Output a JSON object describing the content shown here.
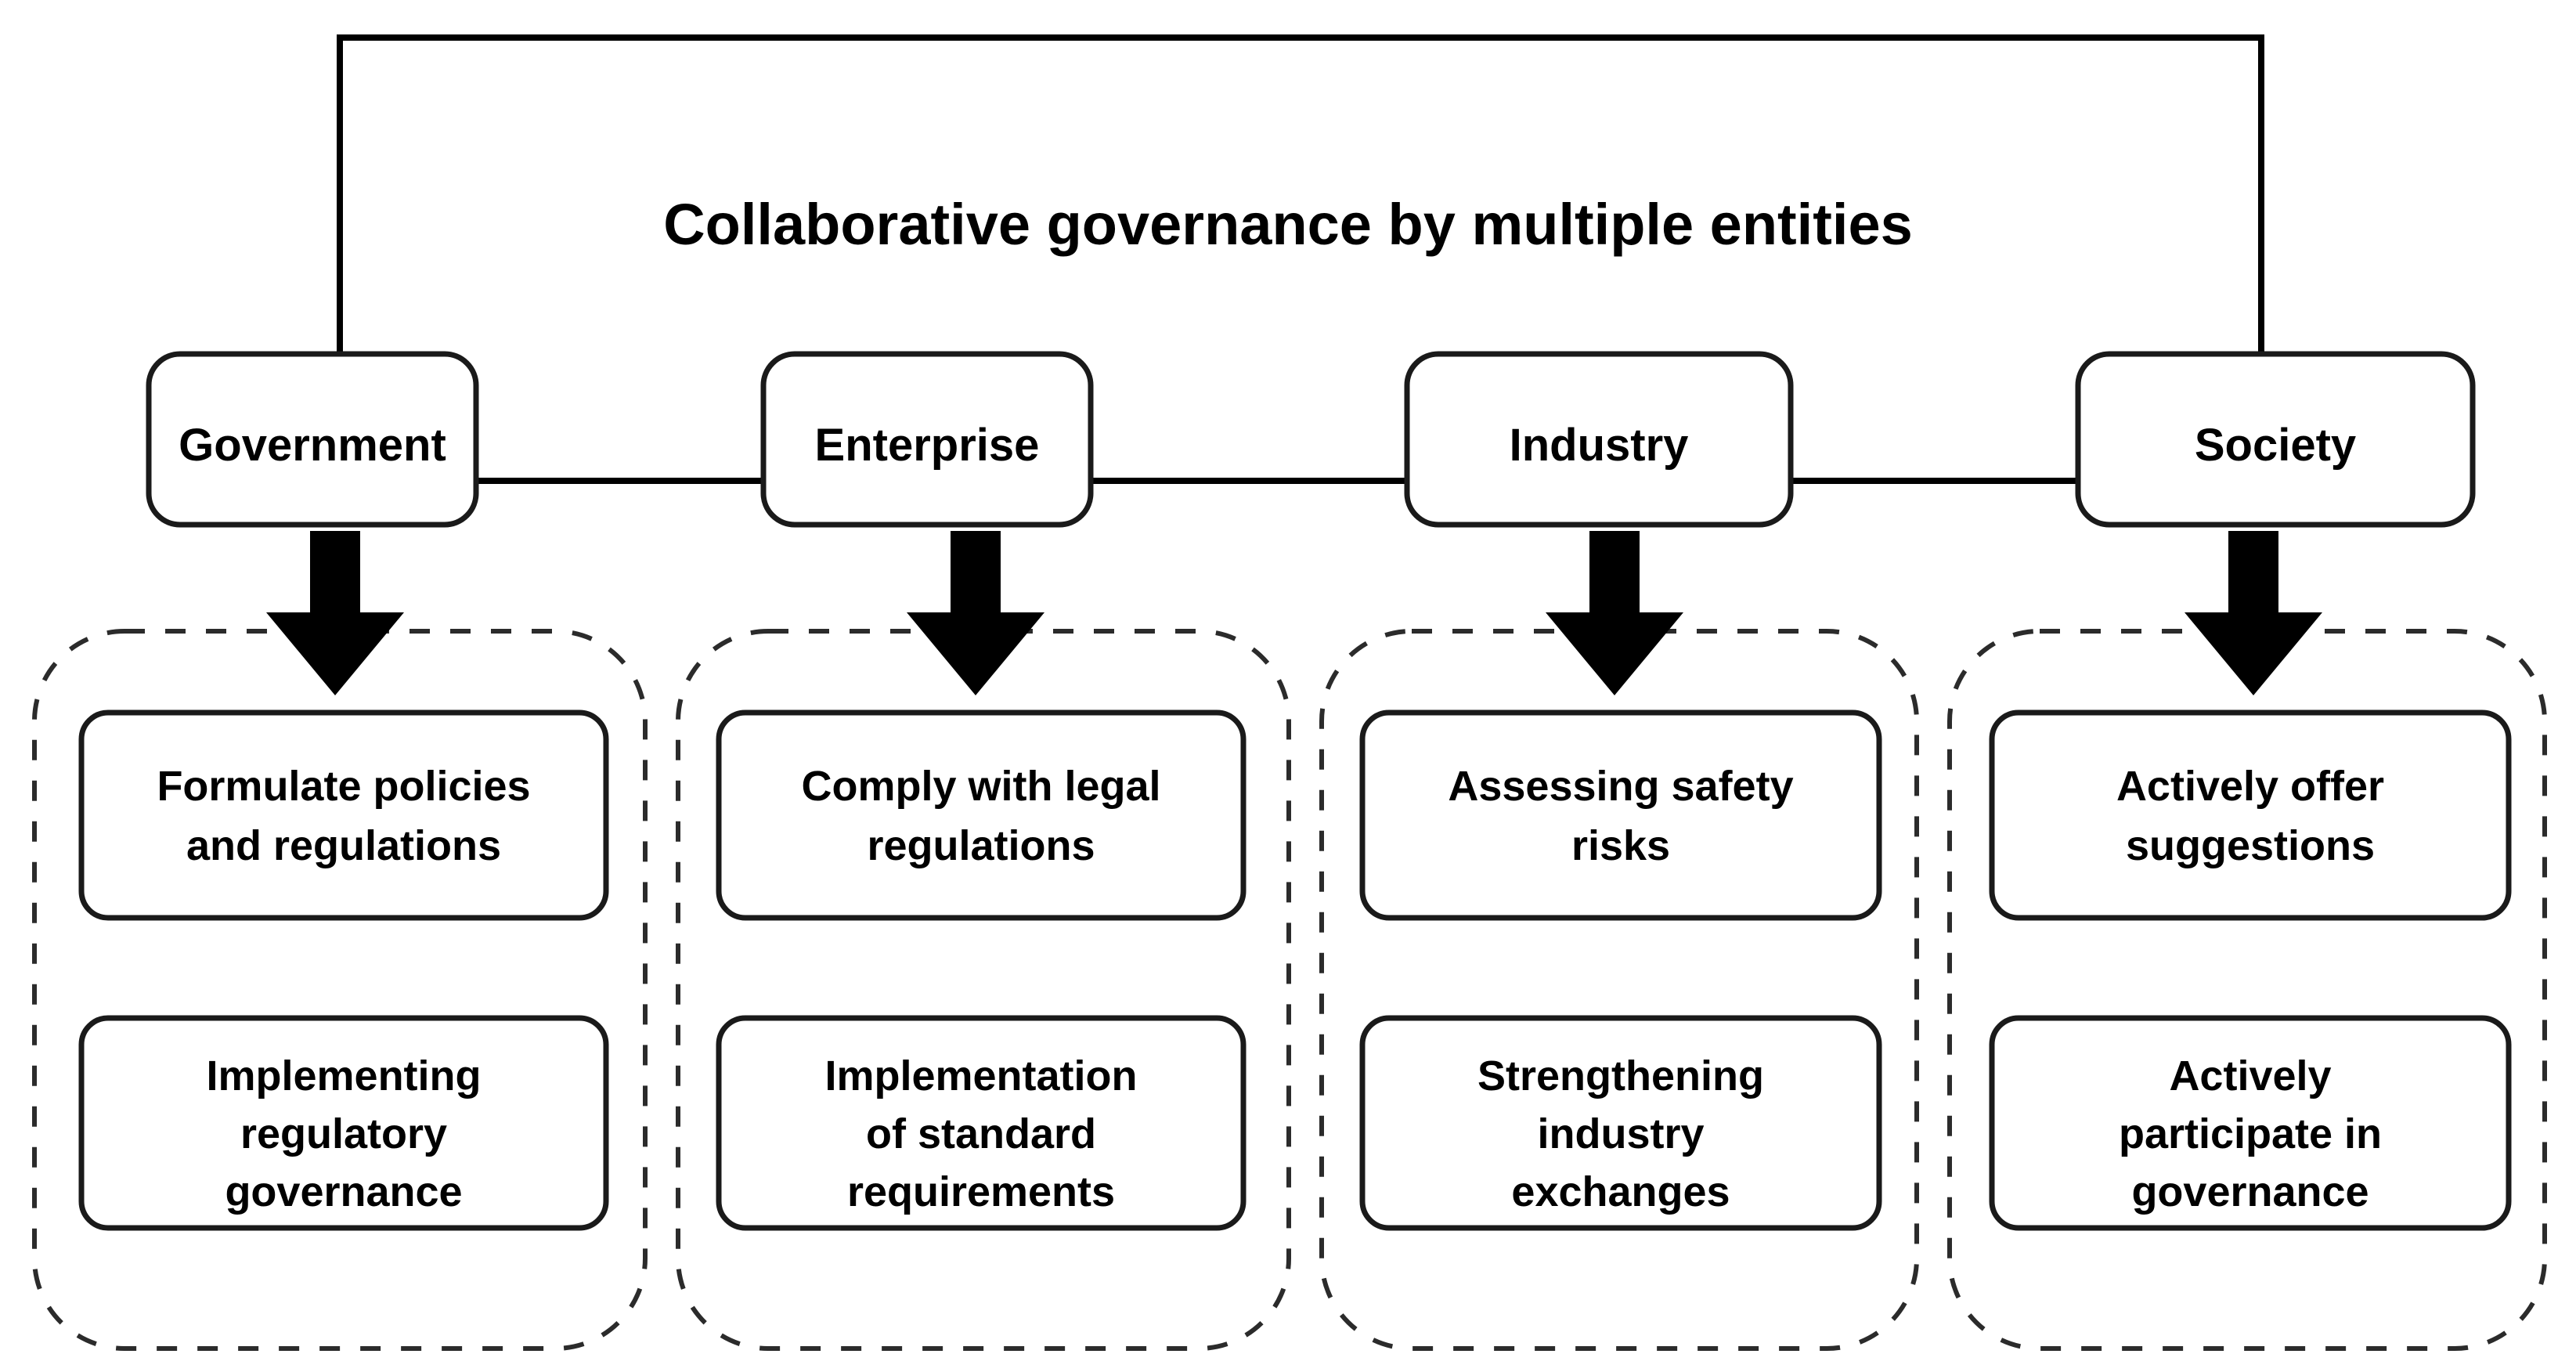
{
  "diagram": {
    "title": "Collaborative governance by multiple entities",
    "colors": {
      "background": "#ffffff",
      "stroke": "#000000",
      "box_border": "#1a1a1a",
      "dashed_border": "#2b2b2b",
      "text": "#000000"
    },
    "entities": [
      {
        "id": "government",
        "label": "Government",
        "actions": [
          {
            "id": "formulate-policies",
            "lines": [
              "Formulate policies",
              "and regulations"
            ]
          },
          {
            "id": "implementing-regulatory-governance",
            "lines": [
              "Implementing",
              "regulatory",
              "governance"
            ]
          }
        ]
      },
      {
        "id": "enterprise",
        "label": "Enterprise",
        "actions": [
          {
            "id": "comply-with-legal-regulations",
            "lines": [
              "Comply with legal",
              "regulations"
            ]
          },
          {
            "id": "implementation-of-standard-requirements",
            "lines": [
              "Implementation",
              "of standard",
              "requirements"
            ]
          }
        ]
      },
      {
        "id": "industry",
        "label": "Industry",
        "actions": [
          {
            "id": "assessing-safety-risks",
            "lines": [
              "Assessing safety",
              "risks"
            ]
          },
          {
            "id": "strengthening-industry-exchanges",
            "lines": [
              "Strengthening",
              "industry",
              "exchanges"
            ]
          }
        ]
      },
      {
        "id": "society",
        "label": "Society",
        "actions": [
          {
            "id": "actively-offer-suggestions",
            "lines": [
              "Actively offer",
              "suggestions"
            ]
          },
          {
            "id": "actively-participate-in-governance",
            "lines": [
              "Actively",
              "participate in",
              "governance"
            ]
          }
        ]
      }
    ]
  }
}
